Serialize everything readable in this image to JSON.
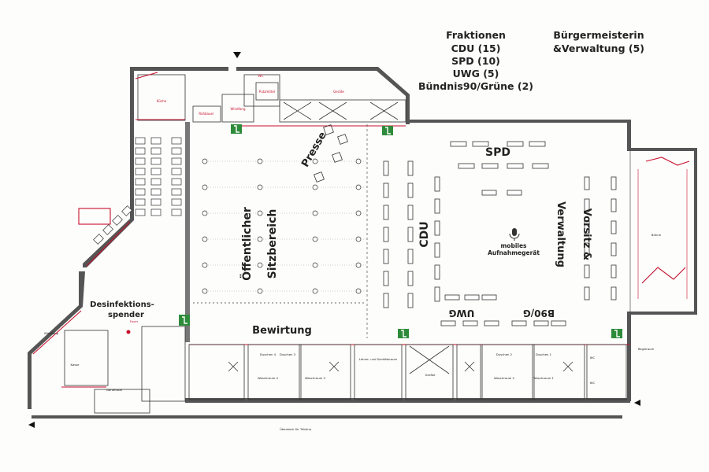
{
  "legend": {
    "factions_title": "Fraktionen",
    "factions": [
      "CDU (15)",
      "SPD (10)",
      "UWG (5)",
      "Bündnis90/Grüne (2)"
    ],
    "mayor_line1": "Bürgermeisterin",
    "mayor_line2": "&Verwaltung (5)"
  },
  "areas": {
    "public_line1": "Öffentlicher",
    "public_line2": "Sitzbereich",
    "press": "Presse",
    "spd": "SPD",
    "cdu": "CDU",
    "chair_line1": "Vorsitz &",
    "chair_line2": "Verwaltung",
    "recorder_line1": "mobiles",
    "recorder_line2": "Aufnahmegerät",
    "uwg": "UWG",
    "b90g": "B90/G",
    "catering": "Bewirtung",
    "disinfect_line1": "Desinfektions-",
    "disinfect_line2": "spender"
  },
  "colors": {
    "accent_red": "#c8102e",
    "exit_green": "#2e8b3a",
    "wall_gray": "#555555"
  },
  "icons": [
    "emergency-exit-icon",
    "microphone-icon",
    "entrance-arrow-icon"
  ]
}
